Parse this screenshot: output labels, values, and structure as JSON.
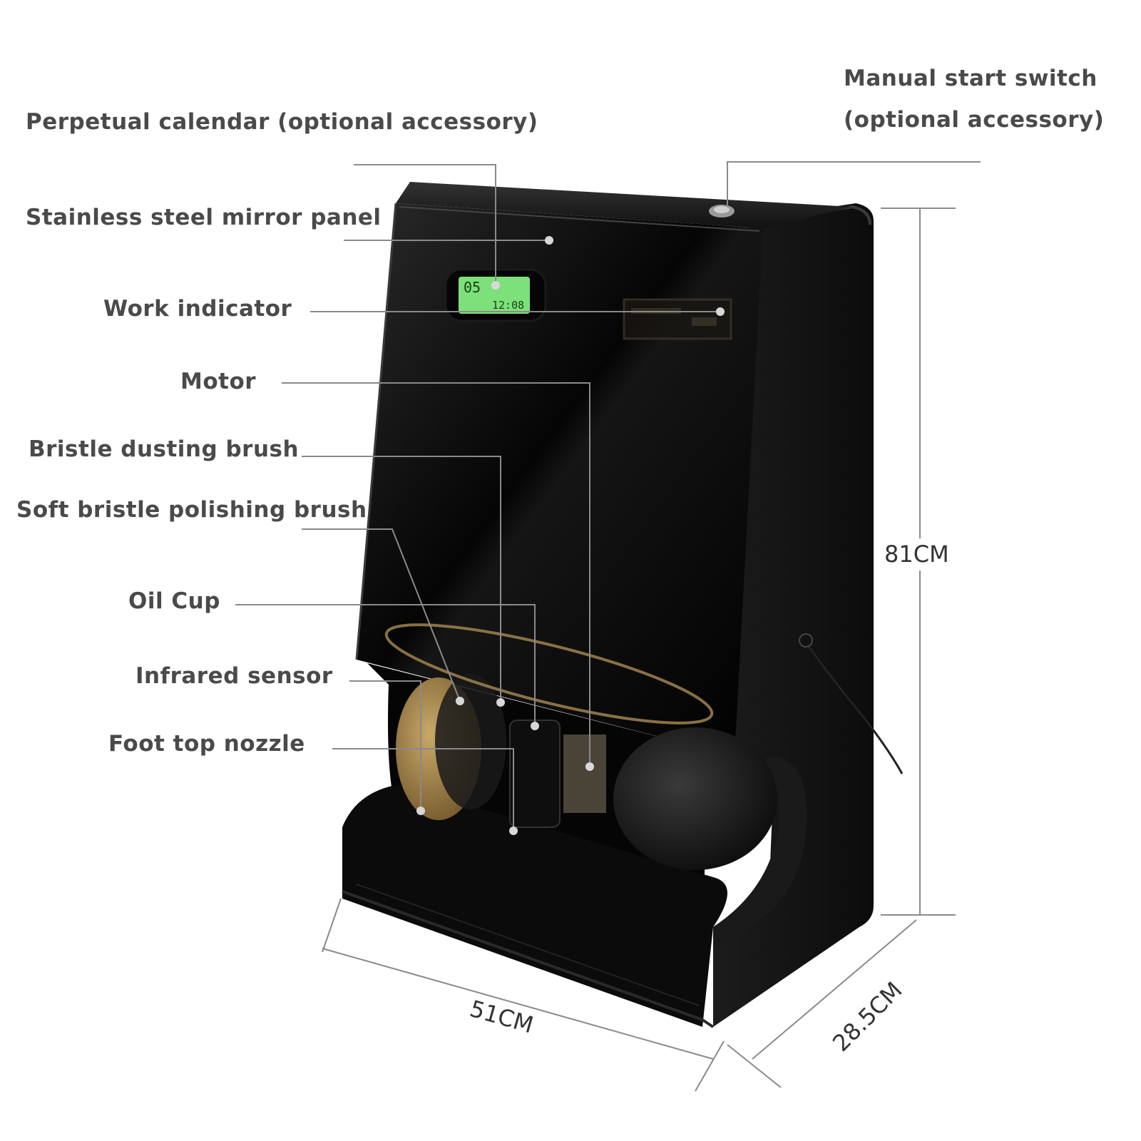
{
  "labels": {
    "manual_switch_line1": "Manual start switch",
    "manual_switch_line2": "(optional accessory)",
    "perpetual_calendar": "Perpetual calendar (optional accessory)",
    "mirror_panel": "Stainless steel mirror panel",
    "work_indicator": "Work indicator",
    "motor": "Motor",
    "dusting_brush": "Bristle dusting brush",
    "polishing_brush": "Soft bristle polishing brush",
    "oil_cup": "Oil Cup",
    "infrared_sensor": "Infrared sensor",
    "foot_nozzle": "Foot top nozzle"
  },
  "dimensions": {
    "height": "81CM",
    "width": "51CM",
    "depth": "28.5CM"
  },
  "calendar_display": {
    "top_digits": "05",
    "bottom_digits": "12:08"
  },
  "colors": {
    "body": "#0a0a0a",
    "leader_line": "#8a8a8a",
    "lcd_green": "#7ee07a",
    "brass_brush": "#a88650",
    "black_brush": "#1c1c1c",
    "label_text": "#4a4a4a"
  }
}
